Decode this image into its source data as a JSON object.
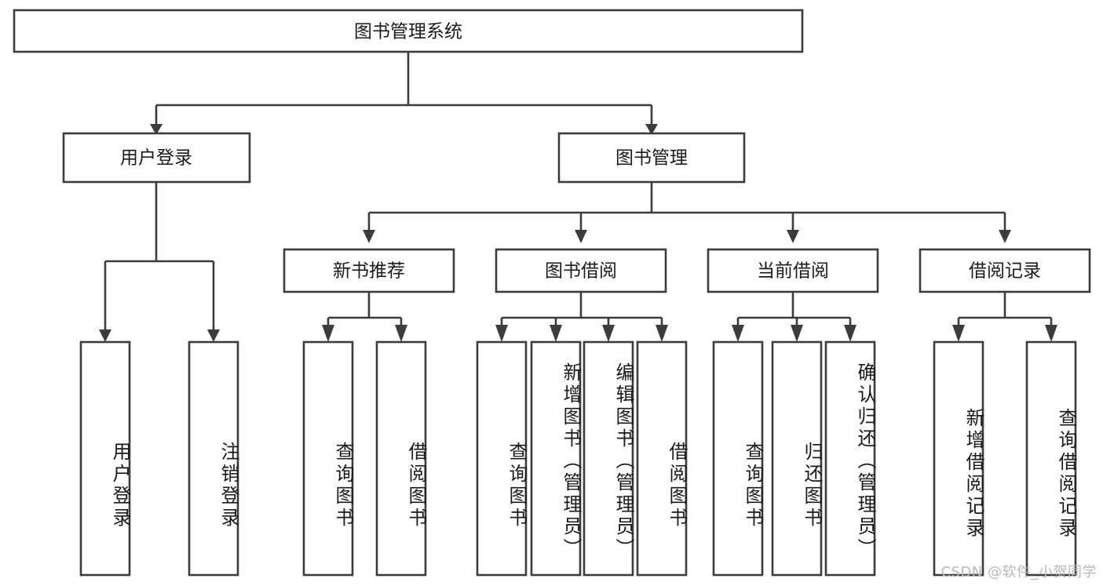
{
  "diagram": {
    "type": "hierarchy-tree",
    "title": "图书管理系统",
    "watermark": "CSDN @软件_小贺同学",
    "colors": {
      "background": "#ffffff",
      "stroke": "#3c3c3c",
      "text": "#1a1a1a",
      "watermark": "#b9b9b9"
    },
    "root": {
      "label": "图书管理系统"
    },
    "level2": [
      {
        "label": "用户登录"
      },
      {
        "label": "图书管理"
      }
    ],
    "level3": [
      {
        "label": "新书推荐"
      },
      {
        "label": "图书借阅"
      },
      {
        "label": "当前借阅"
      },
      {
        "label": "借阅记录"
      }
    ],
    "leaves": {
      "user_login": [
        {
          "label": "用户登录"
        },
        {
          "label": "注销登录"
        }
      ],
      "new_book_recommend": [
        {
          "label": "查询图书"
        },
        {
          "label": "借阅图书"
        }
      ],
      "book_borrow": [
        {
          "label": "查询图书"
        },
        {
          "label": "新增图书（管理员）"
        },
        {
          "label": "编辑图书（管理员）"
        },
        {
          "label": "借阅图书"
        }
      ],
      "current_borrow": [
        {
          "label": "查询图书"
        },
        {
          "label": "归还图书"
        },
        {
          "label": "确认归还（管理员）"
        }
      ],
      "borrow_record": [
        {
          "label": "新增借阅记录"
        },
        {
          "label": "查询借阅记录"
        }
      ]
    }
  }
}
